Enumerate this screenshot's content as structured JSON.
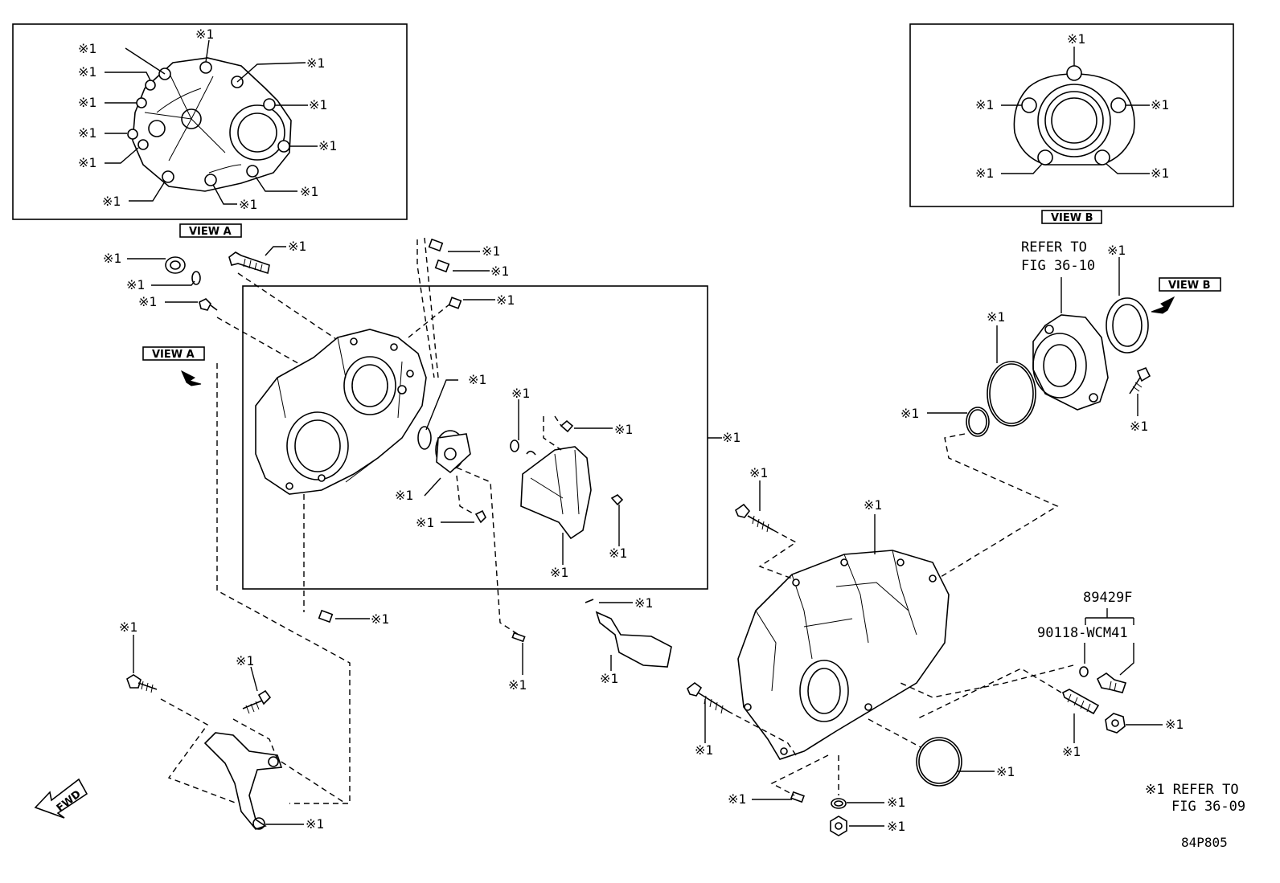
{
  "callout": "※1",
  "view_a_label": "VIEW A",
  "view_b_label": "VIEW B",
  "refer_a_line1": "REFER TO",
  "refer_a_line2": "FIG 36-10",
  "part_number_main": "89429F",
  "part_number_sub": "90118-WCM41",
  "note_line1": "※1 REFER TO",
  "note_line2": "FIG 36-09",
  "fwd_label": "FWD",
  "drawing_id": "84P805"
}
